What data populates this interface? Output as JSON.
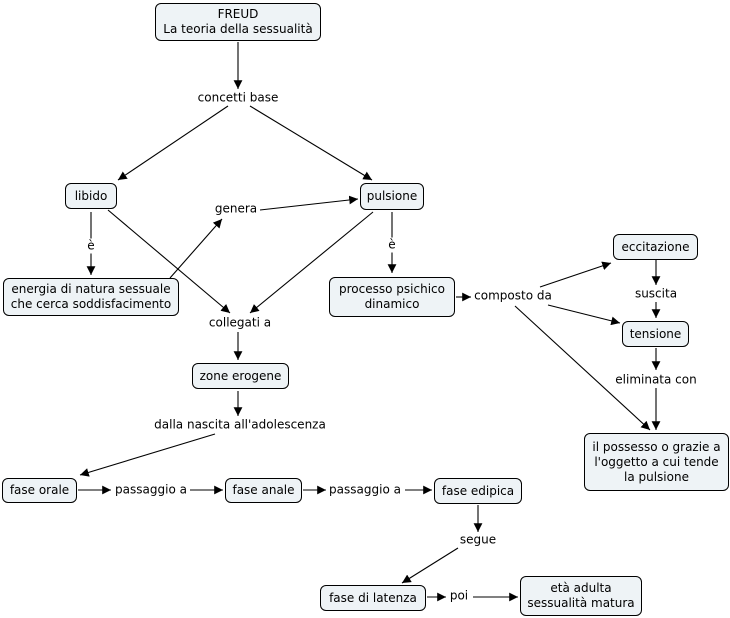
{
  "nodes": {
    "freud": [
      "FREUD",
      "La teoria della sessualità"
    ],
    "libido": "libido",
    "pulsione": "pulsione",
    "energia": [
      "energia di natura sessuale",
      "che cerca soddisfacimento"
    ],
    "processo": [
      "processo psichico",
      "dinamico"
    ],
    "eccitazione": "eccitazione",
    "tensione": "tensione",
    "possesso": [
      "il possesso o grazie a",
      "l'oggetto a cui tende",
      "la pulsione"
    ],
    "zone": "zone erogene",
    "orale": "fase orale",
    "anale": "fase anale",
    "edipica": "fase edipica",
    "latenza": "fase di latenza",
    "adulta": [
      "età adulta",
      "sessualità matura"
    ]
  },
  "links": {
    "concetti": "concetti base",
    "e1": "è",
    "e2": "è",
    "genera": "genera",
    "collegati": "collegati a",
    "composto": "composto da",
    "suscita": "suscita",
    "eliminata": "eliminata con",
    "dalla": "dalla nascita all'adolescenza",
    "passaggio1": "passaggio a",
    "passaggio2": "passaggio a",
    "segue": "segue",
    "poi": "poi"
  }
}
